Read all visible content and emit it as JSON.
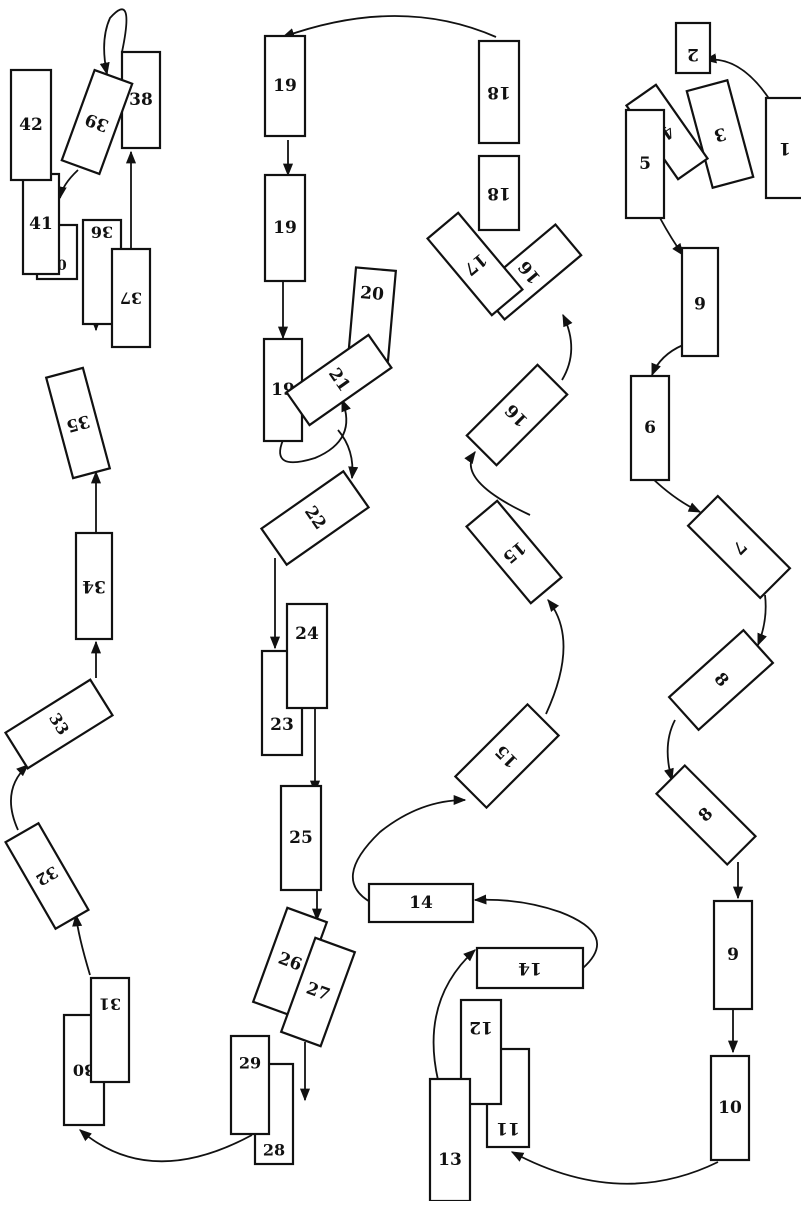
{
  "diagram": {
    "stroke_color": "#111111",
    "background_color": "#ffffff",
    "blocks": [
      {
        "id": "b1",
        "label": "1"
      },
      {
        "id": "b2",
        "label": "2"
      },
      {
        "id": "b3",
        "label": "3"
      },
      {
        "id": "b4",
        "label": "4"
      },
      {
        "id": "b5",
        "label": "5"
      },
      {
        "id": "b6a",
        "label": "6"
      },
      {
        "id": "b6b",
        "label": "6"
      },
      {
        "id": "b7",
        "label": "7"
      },
      {
        "id": "b8a",
        "label": "8"
      },
      {
        "id": "b8b",
        "label": "8"
      },
      {
        "id": "b9",
        "label": "9"
      },
      {
        "id": "b10",
        "label": "10"
      },
      {
        "id": "b11",
        "label": "11"
      },
      {
        "id": "b12",
        "label": "12"
      },
      {
        "id": "b13",
        "label": "13"
      },
      {
        "id": "b14a",
        "label": "14"
      },
      {
        "id": "b14b",
        "label": "14"
      },
      {
        "id": "b15a",
        "label": "15"
      },
      {
        "id": "b15b",
        "label": "15"
      },
      {
        "id": "b16a",
        "label": "16"
      },
      {
        "id": "b16b",
        "label": "16"
      },
      {
        "id": "b17",
        "label": "17"
      },
      {
        "id": "b18a",
        "label": "18"
      },
      {
        "id": "b18b",
        "label": "18"
      },
      {
        "id": "b19a",
        "label": "19"
      },
      {
        "id": "b19b",
        "label": "19"
      },
      {
        "id": "b19c",
        "label": "19"
      },
      {
        "id": "b20",
        "label": "20"
      },
      {
        "id": "b21",
        "label": "21"
      },
      {
        "id": "b22",
        "label": "22"
      },
      {
        "id": "b23",
        "label": "23"
      },
      {
        "id": "b24",
        "label": "24"
      },
      {
        "id": "b25",
        "label": "25"
      },
      {
        "id": "b26",
        "label": "26"
      },
      {
        "id": "b27",
        "label": "27"
      },
      {
        "id": "b28",
        "label": "28"
      },
      {
        "id": "b29",
        "label": "29"
      },
      {
        "id": "b30",
        "label": "30"
      },
      {
        "id": "b31",
        "label": "31"
      },
      {
        "id": "b32",
        "label": "32"
      },
      {
        "id": "b33",
        "label": "33"
      },
      {
        "id": "b34",
        "label": "34"
      },
      {
        "id": "b35",
        "label": "35"
      },
      {
        "id": "b36",
        "label": "36"
      },
      {
        "id": "b37",
        "label": "37"
      },
      {
        "id": "b38",
        "label": "38"
      },
      {
        "id": "b39",
        "label": "39"
      },
      {
        "id": "b40",
        "label": "40"
      },
      {
        "id": "b41",
        "label": "41"
      },
      {
        "id": "b42",
        "label": "42"
      }
    ]
  }
}
